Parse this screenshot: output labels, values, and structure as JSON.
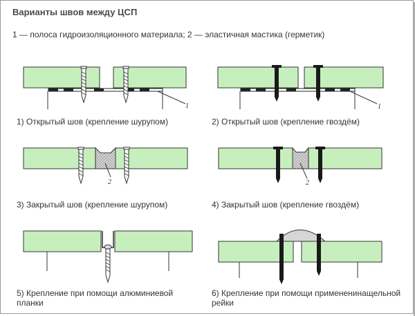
{
  "title": "Варианты швов между ЦСП",
  "legend": "1 — полоса гидроизоляционного материала; 2 — эластичная мастика (герметик)",
  "captions": {
    "c1": "1) Открытый шов (крепление шурупом)",
    "c2": "2) Открытый шов (крепление гвоздём)",
    "c3": "3) Закрытый шов (крепление шурупом)",
    "c4": "4) Закрытый шов (крепление гвоздём)",
    "c5": "5) Крепление при помощи алюминиевой планки",
    "c6": "6) Крепление при помощи примененинащельной рейки"
  },
  "callouts": {
    "d1": "1",
    "d2": "1",
    "d3": "2",
    "d4": "2"
  },
  "colors": {
    "board": "#c7efbd",
    "outline": "#333333",
    "fastener": "#1a1a1a",
    "sealant": "#bcbcbc"
  }
}
